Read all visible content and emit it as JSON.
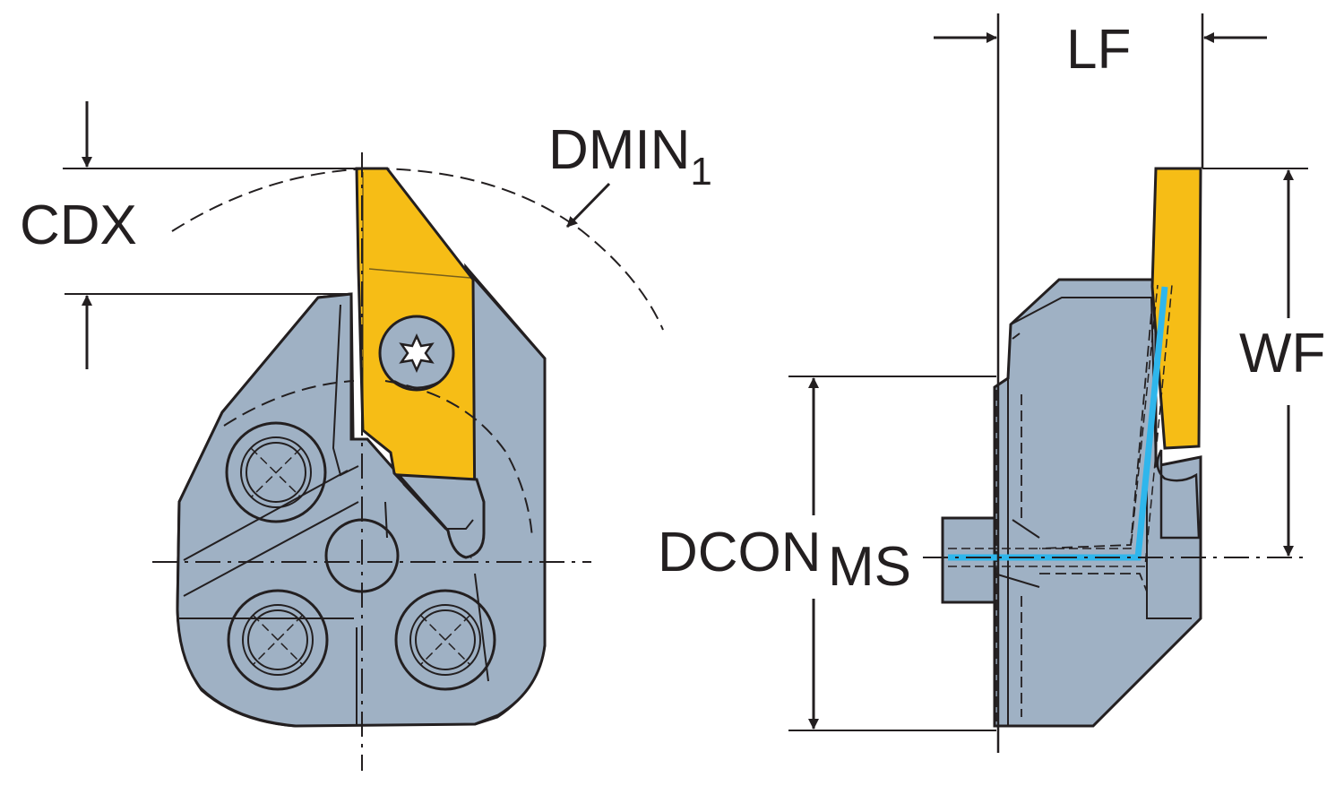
{
  "labels": {
    "cdx": "CDX",
    "dmin": "DMIN",
    "dmin_sub": "1",
    "lf": "LF",
    "wf": "WF",
    "dcon": "DCON",
    "dcon_sub": "MS"
  },
  "colors": {
    "body": "#9fb1c4",
    "insert": "#f6bd16",
    "coolant": "#2fb6ec",
    "line": "#231f20"
  },
  "icons": {
    "screw": "torx-screw-icon",
    "arrow": "dimension-arrow-icon"
  }
}
